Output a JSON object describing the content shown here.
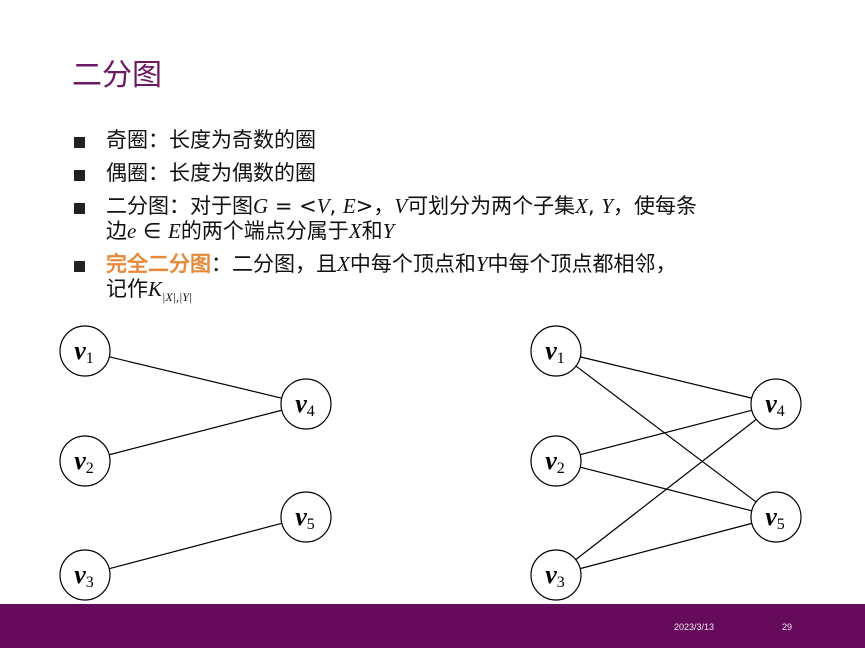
{
  "slide": {
    "title": "二分图",
    "bullets": [
      {
        "text": "奇圈：长度为奇数的圈"
      },
      {
        "text": "偶圈：长度为偶数的圈"
      },
      {
        "p1": "二分图：对于图",
        "G": "G",
        "eq": " = <",
        "V": "V",
        "comma": ", ",
        "E": "E",
        "close": ">，",
        "V2": "V",
        "p2": "可划分为两个子集",
        "X": "X",
        "sep": ", ",
        "Y": "Y",
        "p3": "，使每条",
        "p4": "边",
        "e": "e",
        "in": " ∈ ",
        "E2": "E",
        "p5": "的两个端点分属于",
        "X2": "X",
        "and": "和",
        "Y2": "Y"
      },
      {
        "bold": "完全二分图",
        "p1": "：二分图，且",
        "X": "X",
        "p2": "中每个顶点和",
        "Y": "Y",
        "p3": "中每个顶点都相邻，",
        "p4": "记作",
        "K": "K",
        "sub": "|X|,|Y|"
      }
    ]
  },
  "graphs": {
    "vertex_letter": "v",
    "left": {
      "vertices": [
        "1",
        "2",
        "3",
        "4",
        "5"
      ],
      "edges": [
        [
          "1",
          "4"
        ],
        [
          "2",
          "4"
        ],
        [
          "3",
          "5"
        ]
      ]
    },
    "right": {
      "vertices": [
        "1",
        "2",
        "3",
        "4",
        "5"
      ],
      "edges": [
        [
          "1",
          "4"
        ],
        [
          "1",
          "5"
        ],
        [
          "2",
          "4"
        ],
        [
          "2",
          "5"
        ],
        [
          "3",
          "4"
        ],
        [
          "3",
          "5"
        ]
      ]
    }
  },
  "footer": {
    "date": "2023/3/13",
    "page": "29"
  }
}
